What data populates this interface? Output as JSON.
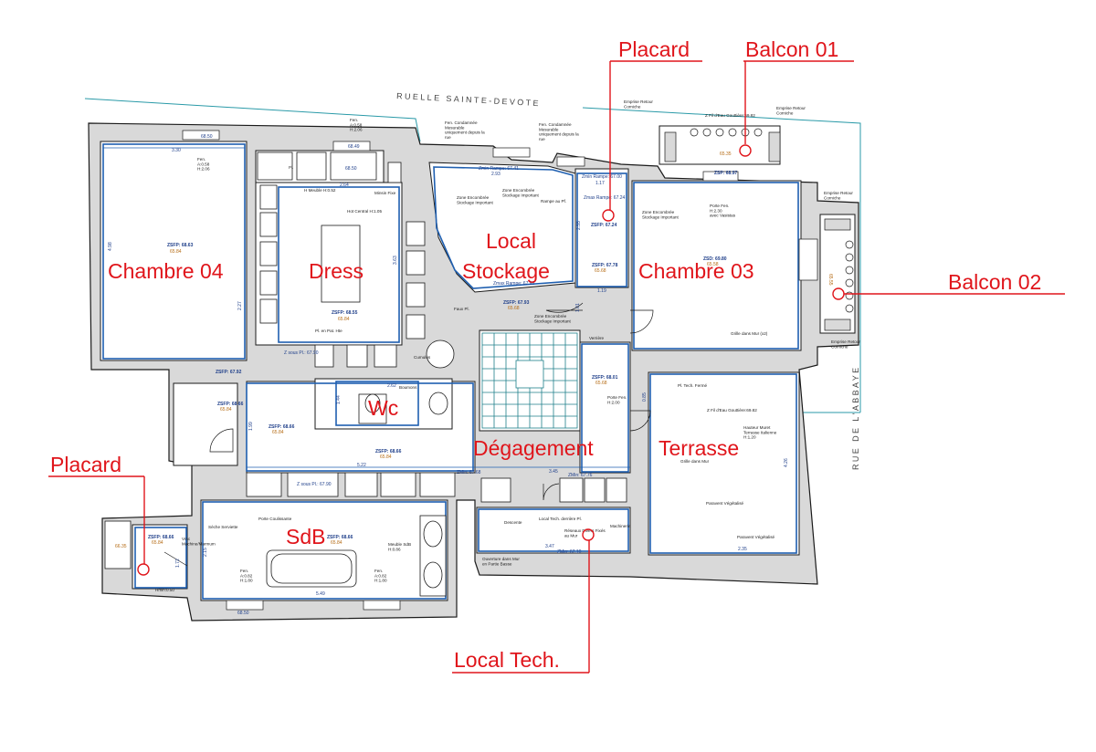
{
  "streets": {
    "top": "RUELLE SAINTE-DEVOTE",
    "right": "RUE DE L'ABBAYE"
  },
  "rooms": [
    {
      "label": "Chambre 04"
    },
    {
      "label": "Dress"
    },
    {
      "label": "Local"
    },
    {
      "label": "Stockage"
    },
    {
      "label": "Chambre 03"
    },
    {
      "label": "Wc"
    },
    {
      "label": "Dégagement"
    },
    {
      "label": "Terrasse"
    },
    {
      "label": "SdB"
    }
  ],
  "callouts": [
    {
      "label": "Placard"
    },
    {
      "label": "Balcon 01"
    },
    {
      "label": "Balcon  02"
    },
    {
      "label": "Placard"
    },
    {
      "label": "Local Tech."
    }
  ],
  "dimensions": [
    "3.30",
    "4.98",
    "2.27",
    "2.64",
    "3.63",
    "2.93",
    "1.17",
    "2.55",
    "1.19",
    "1.01",
    "2.62",
    "1.99",
    "5.22",
    "3.45",
    "1.44",
    "2.15",
    "5.49",
    "2.35",
    "4.26",
    "3.47",
    "1.72",
    "0.85"
  ],
  "levels": [
    "68.50",
    "68.49",
    "68.50",
    "68.50",
    "ZSFP: 68.63",
    "65.84",
    "ZSFP: 68.55",
    "65.84",
    "ZSFP: 67.92",
    "ZSFP: 68.66",
    "65.84",
    "ZSFP: 68.66",
    "65.84",
    "ZSFP: 68.66",
    "65.84",
    "ZSFP: 67.93",
    "65.68",
    "ZSFP: 67.24",
    "ZSFP: 67.78",
    "65.68",
    "ZSD: 69.80",
    "65.58",
    "ZSFP: 68.01",
    "65.68",
    "ZSFP: 68.66",
    "65.84",
    "ZSP: 68.97",
    "65.35",
    "66.35",
    "65.55",
    "ZSFP: 68.66",
    "65.84"
  ],
  "notes": {
    "fen_top_left": "Fen.\nA:0.58\nH:2.06",
    "fen_top_mid": "Fen.\nA:0.58\nH:2.06",
    "fen_cond_1": "Fen. Condamnée\nMesurable\nuniquement depuis la\nrue",
    "fen_cond_2": "Fen. Condamnée\nMesurable\nuniquement depuis la\nrue",
    "emprise_1": "Emprise Retour\nCorniche",
    "emprise_2": "Emprise Retour\nCorniche",
    "emprise_3": "Emprise Retour\nCorniche",
    "emprise_4": "Emprise Retour\nCorniche",
    "fil_eau_1": "Z Fil d'Eau Gouttière:69.82",
    "fil_eau_2": "Z Fil d'Eau Gouttière:69.82",
    "zone_enc_1": "Zone Encombrée\nStockage Important",
    "zone_enc_2": "Zone Encombrée\nStockage Important",
    "zone_enc_3": "Zone Encombrée\nStockage Important",
    "zone_enc_4": "Zone Encombrée\nStockage Important",
    "rampe": "Rampe au Pf.",
    "zmin_rampe_1": "Zmin Rampe: 67.41",
    "zmax_rampe_1": "Zmax Rampe: 67.92",
    "zmin_rampe_2": "Zmin Rampe: 67.00",
    "zmax_rampe_2": "Zmax Rampe: 67.24",
    "porte_fen": "Porte Fen.\nH:2.30\navec Vasistas",
    "grille_mur": "Grille dans Mur (x2)",
    "verriere": "Verrière",
    "pl_tech": "Pl. Tech. Fermé",
    "hauteur_muret": "Hauteur Muret\nTerrasse Italienne\nH:1.20",
    "paravent_1": "Paravent Végétalisé",
    "paravent_2": "Paravent Végétalisé",
    "grille_2": "Grille dans Mur",
    "machinerie": "Machinerie",
    "local_tech_note": "Local Tech. derrière Pl.",
    "descente": "Descente",
    "reseaux": "Réseaux Divers Fixés\nau Mur",
    "ouverture": "Ouverture dans Mur\nen Partie Basse",
    "zmin_1": "ZMin: 67.76",
    "zmin_2": "ZMin: 67.10",
    "zmin_3": "ZMin: 67.68",
    "seche": "Sèche Serviette",
    "porte_coul": "Porte Coulissante",
    "meuble_sdb": "Meuble SdB\nH:0.86",
    "fen_sdb_1": "Fen.\nA:0.82\nH:1.80",
    "fen_sdb_2": "Fen.\nA:0.82\nH:1.80",
    "hmin": "Hmin:0.50",
    "vmc": "Vmc\nMachine/Marmum",
    "meuble_12": "H Meuble H:0.52",
    "minsin": "Minsin Fixe",
    "hot_central": "Hot Central H:1.05",
    "pl_pat": "Pl. en Pat. Hte",
    "z_sous_pl_1": "Z sous Pl.: 67.90",
    "z_sous_pl_2": "Z sous Pl.: 67.90",
    "boumon": "Boumons",
    "cumulus": "Cumulus",
    "faux_pl": "Faux Pl.",
    "porte_fen_2": "Porte Fen.\nH:2.00",
    "pl": "Pl."
  }
}
